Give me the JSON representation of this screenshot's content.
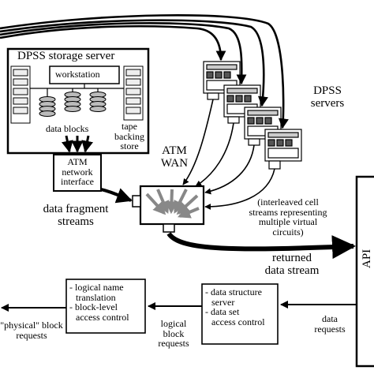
{
  "storage_server": {
    "title": "DPSS storage server",
    "workstation": "workstation",
    "data_blocks": "data blocks",
    "tape_line1": "tape",
    "tape_line2": "backing",
    "tape_line3": "store"
  },
  "atm_interface": {
    "line1": "ATM",
    "line2": "network",
    "line3": "interface"
  },
  "atm_wan": {
    "line1": "ATM",
    "line2": "WAN"
  },
  "dpss_servers": {
    "line1": "DPSS",
    "line2": "servers"
  },
  "interleaved_note": {
    "line1": "(interleaved cell",
    "line2": "streams representing",
    "line3": "multiple virtual",
    "line4": "circuits)"
  },
  "data_fragment": {
    "line1": "data fragment",
    "line2": "streams"
  },
  "returned_stream": {
    "line1": "returned",
    "line2": "data stream"
  },
  "logical_box": {
    "item1_line1": "- logical name",
    "item1_line2": "translation",
    "item2_line1": "- block-level",
    "item2_line2": "access control"
  },
  "data_structure_box": {
    "item1_line1": "- data structure",
    "item1_line2": "server",
    "item2_line1": "- data set",
    "item2_line2": "access control"
  },
  "logical_block_requests": {
    "line1": "logical",
    "line2": "block",
    "line3": "requests"
  },
  "data_requests": {
    "line1": "data",
    "line2": "requests"
  },
  "physical_block_requests": {
    "line1": "\"physical\" block",
    "line2": "requests"
  },
  "api_label": "API"
}
